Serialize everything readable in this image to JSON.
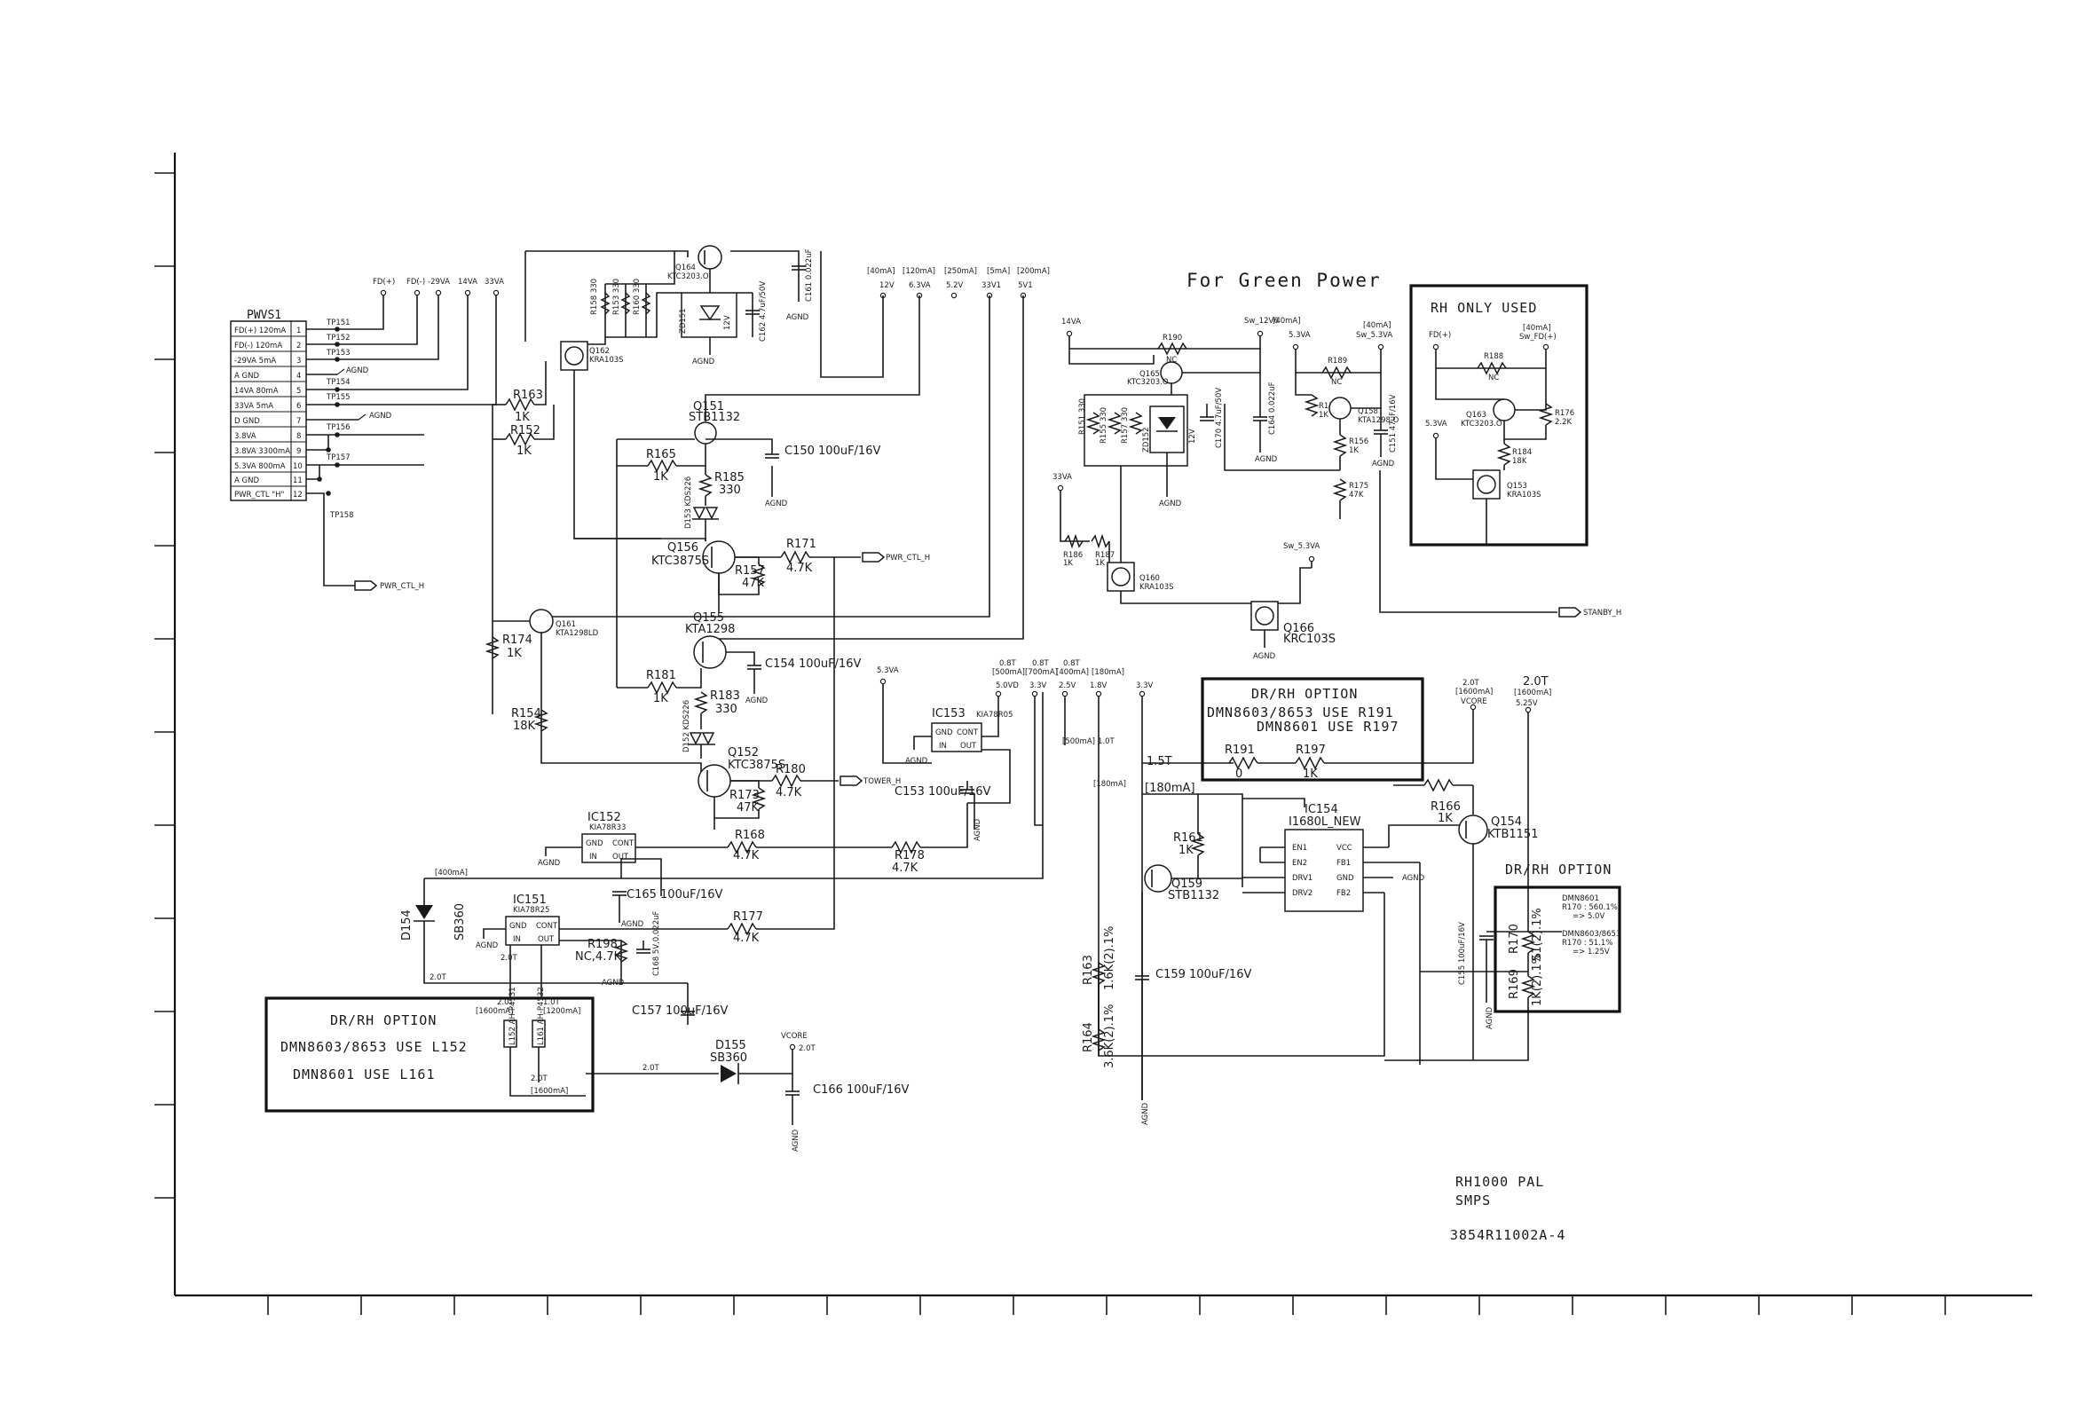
{
  "title": {
    "line1": "RH1000 PAL",
    "line2": "SMPS",
    "part": "3854R11002A-4"
  },
  "green_power_label": "For Green Power",
  "connector": {
    "name": "PWVS1",
    "pins": [
      {
        "label": "FD(+) 120mA",
        "num": "1"
      },
      {
        "label": "FD(-) 120mA",
        "num": "2"
      },
      {
        "label": "-29VA 5mA",
        "num": "3"
      },
      {
        "label": "A GND",
        "num": "4"
      },
      {
        "label": "14VA 80mA",
        "num": "5"
      },
      {
        "label": "33VA 5mA",
        "num": "6"
      },
      {
        "label": "D GND",
        "num": "7"
      },
      {
        "label": "3.8VA",
        "num": "8"
      },
      {
        "label": "3.8VA 3300mA",
        "num": "9"
      },
      {
        "label": "5.3VA 800mA",
        "num": "10"
      },
      {
        "label": "A GND",
        "num": "11"
      },
      {
        "label": "PWR_CTL \"H\"",
        "num": "12"
      }
    ],
    "tps": [
      "TP151",
      "TP152",
      "TP153",
      "TP154",
      "TP155",
      "TP156",
      "TP157",
      "TP158"
    ]
  },
  "rails_top": {
    "labels": [
      "FD(+)",
      "FD(-)",
      "-29VA",
      "14VA",
      "33VA"
    ],
    "currents": [
      "[40mA]",
      "[120mA]",
      "[250mA]",
      "[5mA]",
      "[200mA]"
    ],
    "voltages": [
      "12V",
      "6.3VA",
      "5.2V",
      "33V1",
      "5V1"
    ]
  },
  "components": {
    "q164": {
      "name": "Q164",
      "part": "KTC3203.O"
    },
    "c161": "C161 0.022uF",
    "zd151": "ZD151",
    "zd_val": "12V",
    "c162": "C162 4.7uF/50V",
    "r158": "R158 330",
    "r153": "R153 330",
    "r160": "R160 330",
    "q162": {
      "name": "Q162",
      "part": "KRA103S"
    },
    "r163": {
      "name": "R163",
      "val": "1K"
    },
    "r152": {
      "name": "R152",
      "val": "1K"
    },
    "q151": {
      "name": "Q151",
      "part": "STB1132"
    },
    "r165": {
      "name": "R165",
      "val": "1K"
    },
    "r185": {
      "name": "R185",
      "val": "330"
    },
    "c150": "C150 100uF/16V",
    "d153": "D153 KDS226",
    "q156": {
      "name": "Q156",
      "part": "KTC3875S"
    },
    "r171": {
      "name": "R171",
      "val": "4.7K"
    },
    "r157": {
      "name": "R157",
      "val": "47K"
    },
    "pwr_ctl_h": "PWR_CTL_H",
    "q155": {
      "name": "Q155",
      "part": "KTA1298"
    },
    "q161": {
      "name": "Q161",
      "part": "KTA1298LD"
    },
    "r174": {
      "name": "R174",
      "val": "1K"
    },
    "c154": "C154 100uF/16V",
    "r181": {
      "name": "R181",
      "val": "1K"
    },
    "r183": {
      "name": "R183",
      "val": "330"
    },
    "r154": {
      "name": "R154",
      "val": "18K"
    },
    "d152": "D152 KDS226",
    "q152": {
      "name": "Q152",
      "part": "KTC3875S"
    },
    "r180": {
      "name": "R180",
      "val": "4.7K"
    },
    "r173": {
      "name": "R173",
      "val": "47K"
    },
    "tower_h": "TOWER_H",
    "ic152": {
      "name": "IC152",
      "part": "KIA78R33",
      "p1": "GND",
      "p2": "CONT",
      "p3": "IN",
      "p4": "OUT"
    },
    "r168": {
      "name": "R168",
      "val": "4.7K"
    },
    "r178": {
      "name": "R178",
      "val": "4.7K"
    },
    "c165": "C165 100uF/16V",
    "ic151": {
      "name": "IC151",
      "part": "KIA78R25",
      "p1": "GND",
      "p2": "CONT",
      "p3": "IN",
      "p4": "OUT"
    },
    "r198": {
      "name": "R198",
      "val": "NC,4.7K"
    },
    "c168": "C168 5V,0.022uF",
    "r177": {
      "name": "R177",
      "val": "4.7K"
    },
    "d154": {
      "name": "D154",
      "part": "SB360"
    },
    "c157": "C157 100uF/16V",
    "d155": {
      "name": "D155",
      "part": "SB360"
    },
    "c166": "C166 100uF/16V",
    "ic153": {
      "name": "IC153",
      "part": "KIA78R05",
      "p1": "GND",
      "p2": "CONT",
      "p3": "IN",
      "p4": "OUT"
    },
    "c153": "C153 100uF/16V",
    "ic154": {
      "name": "IC154",
      "part": "I1680L_NEW",
      "pins": [
        "EN1",
        "EN2",
        "DRV1",
        "DRV2",
        "VCC",
        "FB1",
        "GND",
        "FB2"
      ]
    },
    "r191": {
      "name": "R191",
      "val": "0"
    },
    "r197": {
      "name": "R197",
      "val": "1K"
    },
    "r161": {
      "name": "R161",
      "val": "1K"
    },
    "q159": {
      "name": "Q159",
      "part": "STB1132"
    },
    "r166": {
      "name": "R166",
      "val": "1K"
    },
    "q154": {
      "name": "Q154",
      "part": "KTB1151"
    },
    "r163b": {
      "name": "R163",
      "val": "1.6K(2).1%"
    },
    "r164": {
      "name": "R164",
      "val": "3.6K(2).1%"
    },
    "c159": "C159 100uF/16V",
    "c155": "C155 100uF/16V",
    "r170": {
      "name": "R170",
      "val": "51(2).1%"
    },
    "r169": {
      "name": "R169",
      "val": "1K(2).1%"
    },
    "q165": {
      "name": "Q165",
      "part": "KTC3203.O"
    },
    "r190": {
      "name": "R190",
      "val": "NC"
    },
    "r151": "R151 330",
    "r155": "R155 330",
    "r157b": "R157 330",
    "zd152": "ZD152",
    "c170": "C170 4.7uF/50V",
    "c164": "C164 0.022uF",
    "r189": {
      "name": "R189",
      "val": "NC"
    },
    "r172": {
      "name": "R172",
      "val": "1K"
    },
    "q158": {
      "name": "Q158",
      "part": "KTA1298.O"
    },
    "r156": {
      "name": "R156",
      "val": "1K"
    },
    "c151": "C151 47uF/16V",
    "r175": {
      "name": "R175",
      "val": "47K"
    },
    "r186": {
      "name": "R186",
      "val": "1K"
    },
    "r187": {
      "name": "R187",
      "val": "1K"
    },
    "q160": {
      "name": "Q160",
      "part": "KRA103S"
    },
    "q166": {
      "name": "Q166",
      "part": "KRC103S"
    },
    "r188": {
      "name": "R188",
      "val": "NC"
    },
    "q163": {
      "name": "Q163",
      "part": "KTC3203.O"
    },
    "r176": {
      "name": "R176",
      "val": "2.2K"
    },
    "r184": {
      "name": "R184",
      "val": "18K"
    },
    "q153": {
      "name": "Q153",
      "part": "KRA103S"
    }
  },
  "nets": {
    "agnd": "AGND",
    "vcore": "VCORE",
    "v2_0t": "2.0T",
    "v14va": "14VA",
    "v33va": "33VA",
    "v53va": "5.3VA",
    "sw_12v6": "Sw_12V6",
    "sw_53va": "Sw_5.3VA",
    "sw_fd": "Sw_FD(+)",
    "fd_plus": "FD(+)",
    "v40ma": "[40mA]",
    "v400ma": "[400mA]",
    "v180ma": "[180mA]",
    "v1600ma": "[1600mA]",
    "v1200ma": "[1200mA]",
    "v500ma": "[500mA]",
    "v700ma": "[700mA]",
    "standby_h": "STANBY_H",
    "v5_0vd": "5.0VD",
    "v3_3v": "3.3V",
    "v2_5v": "2.5V",
    "v1_8v": "1.8V",
    "v0_8t": "0.8T",
    "v1_5t": "1.5T",
    "v1_0t": "1.0T",
    "v5_25v": "5.25V"
  },
  "options": {
    "rh_only": "RH ONLY USED",
    "opt1": {
      "head": "DR/RH OPTION",
      "line1": "DMN8603/8653 USE R191",
      "line2": "DMN8601 USE R197"
    },
    "opt2": {
      "head": "DR/RH OPTION",
      "line1": "DMN8601",
      "line2": "R170 : 560.1%",
      "line3": "=> 5.0V",
      "line4": "DMN8603/8653",
      "line5": "R170 : 51.1%",
      "line6": "=> 1.25V"
    },
    "opt3": {
      "head": "DR/RH OPTION",
      "line1": "DMN8603/8653 USE L152",
      "line2": "DMN8601 USE L161",
      "l152": "L152 AH-P4531",
      "l161": "L161 AH-P4532"
    }
  },
  "border": {
    "color": "#111111"
  }
}
